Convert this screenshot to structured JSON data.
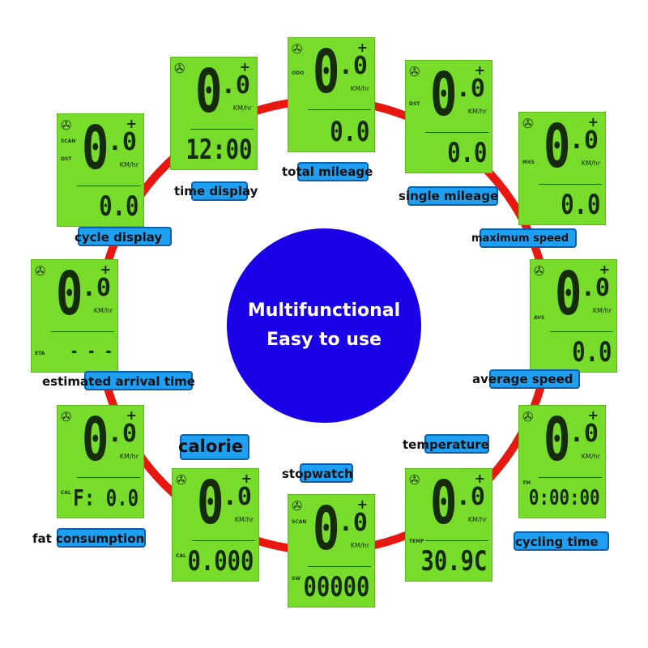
{
  "center": {
    "line1": "Multifunctional",
    "line2": "Easy to use"
  },
  "colors": {
    "ring": "#e8170f",
    "lcd": "#77dc2a",
    "tag": "#1f9ff2",
    "center": "#1a00e6"
  },
  "panels": [
    {
      "id": "odo",
      "label_top": "ODO",
      "big": "0",
      "frac": ".0",
      "unit": "KM/hr",
      "low": "0.0",
      "caption": "total mileage"
    },
    {
      "id": "time",
      "label_top": "",
      "big": "0",
      "frac": ".0",
      "unit": "KM/hr",
      "low": "12:00",
      "caption": "time display"
    },
    {
      "id": "dst",
      "label_top": "DST",
      "big": "0",
      "frac": ".0",
      "unit": "KM/hr",
      "low": "0.0",
      "caption": "single mileage"
    },
    {
      "id": "scan",
      "label_top": "SCAN",
      "label_top2": "DST",
      "big": "0",
      "frac": ".0",
      "unit": "KM/hr",
      "low": "0.0",
      "caption": "cycle display"
    },
    {
      "id": "mxs",
      "label_top": "",
      "label_mid": "MXS",
      "big": "0",
      "frac": ".0",
      "unit": "KM/hr",
      "low": "0.0",
      "caption": "maximum speed"
    },
    {
      "id": "eta",
      "label_top": "",
      "label_mid": "ETA",
      "big": "0",
      "frac": ".0",
      "unit": "KM/hr",
      "low": "- - -",
      "caption": "estimated arrival time"
    },
    {
      "id": "avs",
      "label_top": "",
      "label_mid": "AVS",
      "big": "0",
      "frac": ".0",
      "unit": "KM/hr",
      "low": "0.0",
      "caption": "average speed"
    },
    {
      "id": "fat",
      "label_top": "",
      "label_mid": "CAL",
      "big": "0",
      "frac": ".0",
      "unit": "KM/hr",
      "low": "F: 0.0",
      "caption": "fat consumption"
    },
    {
      "id": "cal",
      "label_top": "",
      "label_mid": "CAL",
      "big": "0",
      "frac": ".0",
      "unit": "KM/hr",
      "low": "0.000",
      "caption": "calorie"
    },
    {
      "id": "sw",
      "label_top": "SCAN",
      "label_mid": "SW",
      "big": "0",
      "frac": ".0",
      "unit": "KM/hr",
      "low": "00000",
      "caption": "stopwatch"
    },
    {
      "id": "temp",
      "label_top": "",
      "label_mid": "TEMP",
      "big": "0",
      "frac": ".0",
      "unit": "KM/hr",
      "low": "30.9C",
      "caption": "temperature"
    },
    {
      "id": "tm",
      "label_top": "",
      "label_mid": "TM",
      "big": "0",
      "frac": ".0",
      "unit": "KM/hr",
      "low": "0:00:00",
      "caption": "cycling time"
    }
  ]
}
